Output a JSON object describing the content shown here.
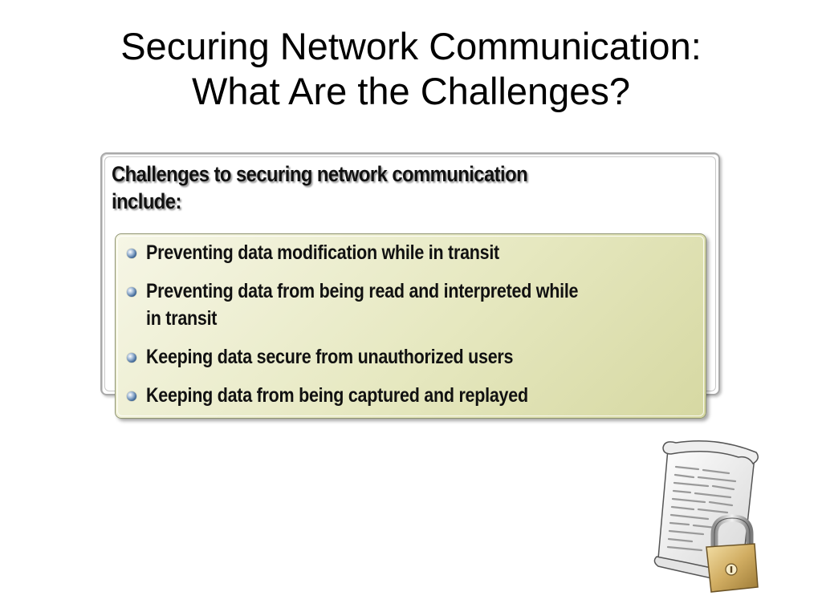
{
  "slide": {
    "title_lines": [
      "Securing Network Communication:",
      "What Are the Challenges?"
    ]
  },
  "intro_lines": [
    "Challenges to securing network communication",
    "include:"
  ],
  "bullets": [
    {
      "lines": [
        "Preventing data modification while in transit"
      ]
    },
    {
      "lines": [
        "Preventing data from being read and interpreted while",
        "in transit"
      ]
    },
    {
      "lines": [
        "Keeping data secure from unauthorized users"
      ]
    },
    {
      "lines": [
        "Keeping data from being captured and replayed"
      ]
    }
  ],
  "icons": {
    "bullet": "blue-sphere-bullet-icon",
    "clipart": "locked-document-scroll-icon"
  },
  "colors": {
    "bullet_box_light": "#f6f6e6",
    "bullet_box_dark": "#d6d8a2",
    "bullet_sphere": "#3e6796",
    "padlock": "#c9a55a"
  }
}
